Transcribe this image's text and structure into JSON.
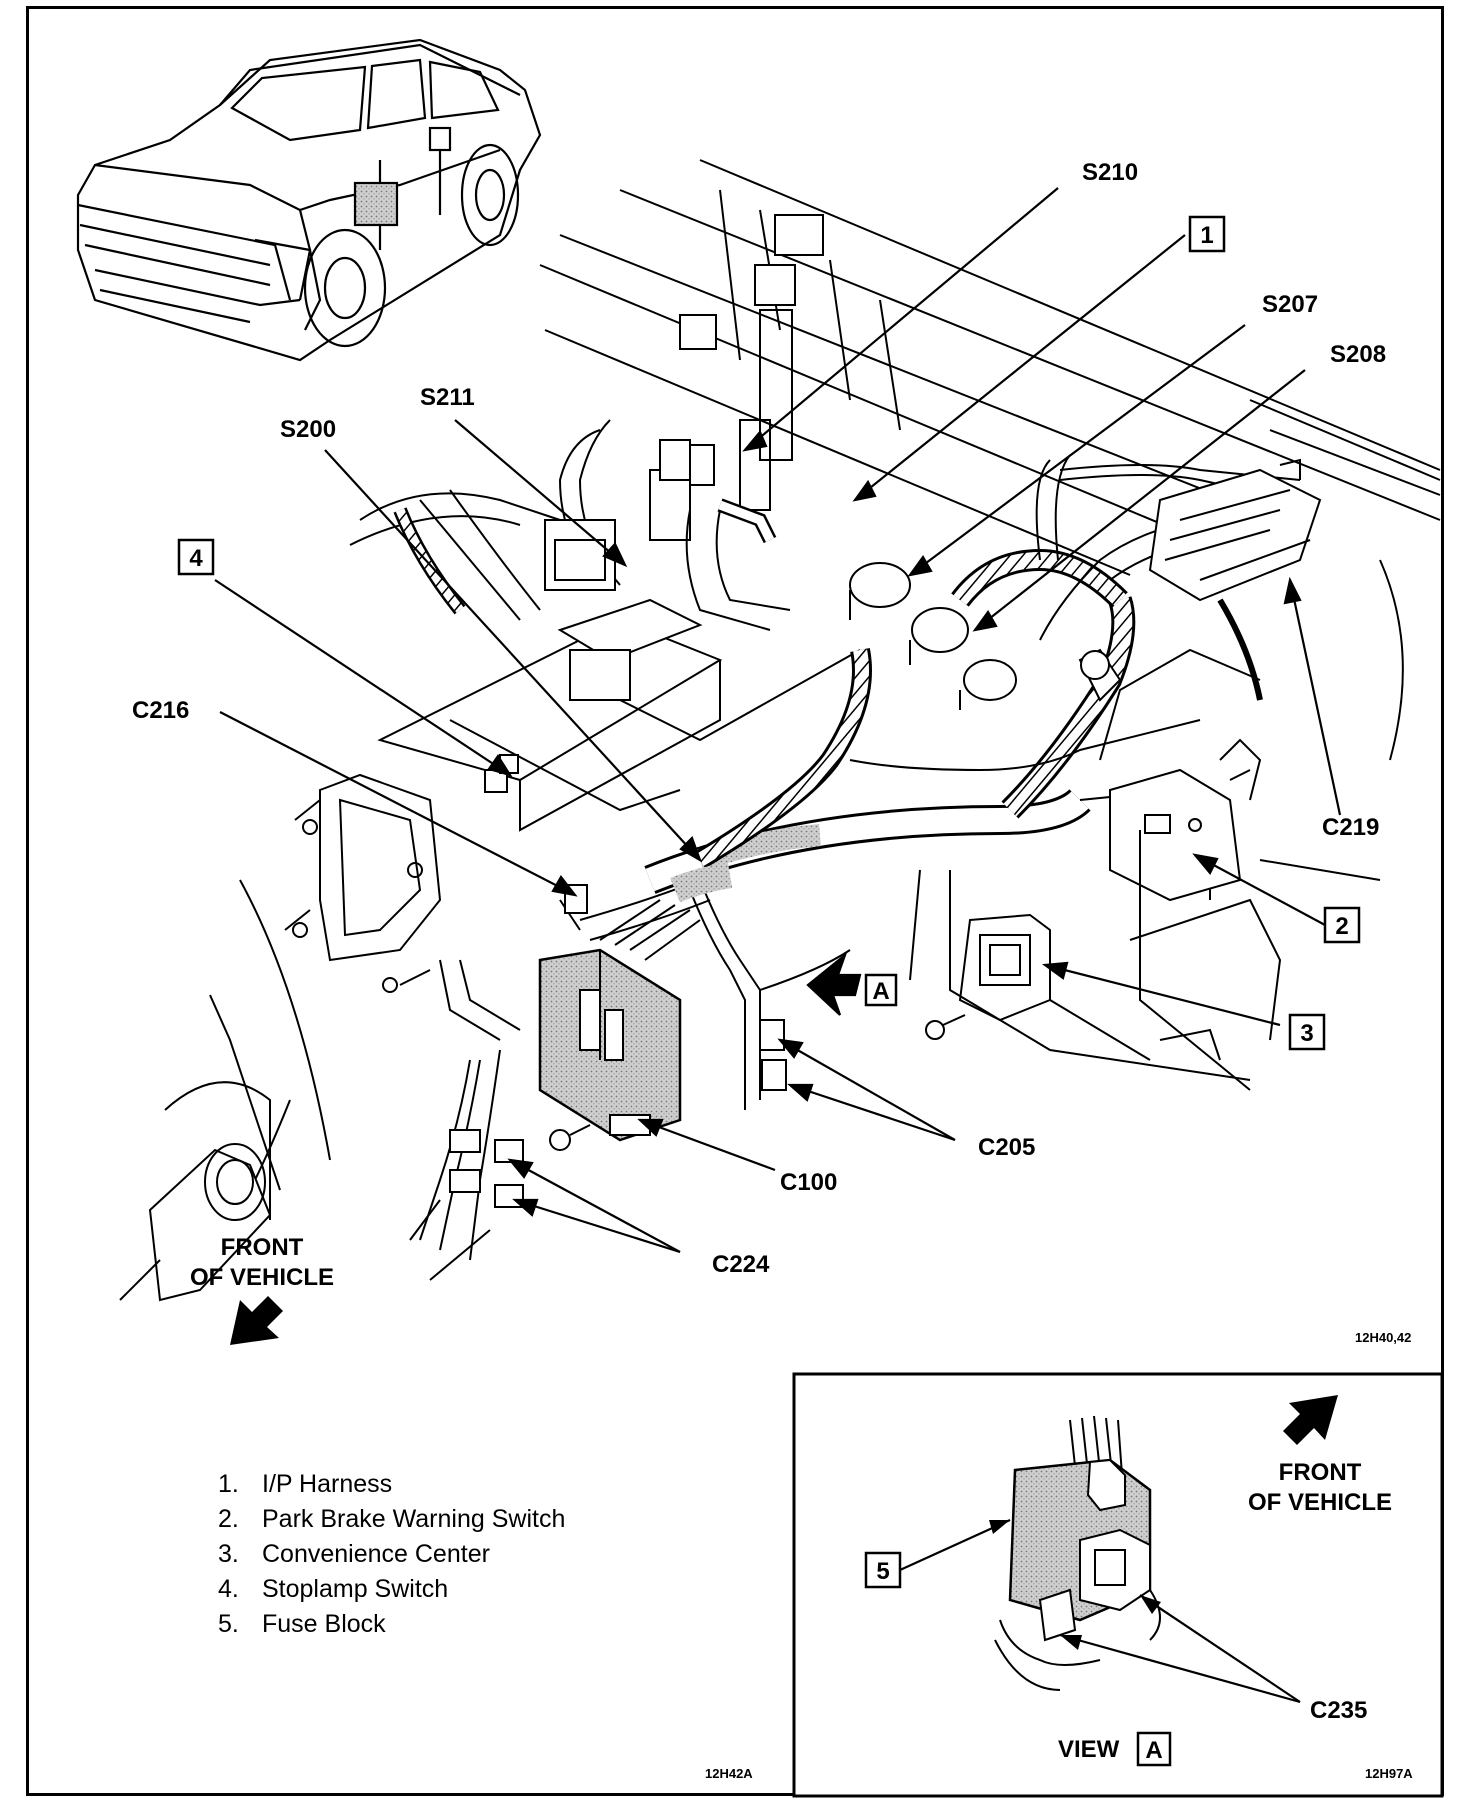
{
  "callouts": {
    "s210": "S210",
    "s207": "S207",
    "s208": "S208",
    "s211": "S211",
    "s200": "S200",
    "c216": "C216",
    "c219": "C219",
    "c205": "C205",
    "c100": "C100",
    "c224": "C224",
    "c235": "C235"
  },
  "numbered_boxes": [
    "1",
    "2",
    "3",
    "4",
    "5"
  ],
  "view_marker": "A",
  "front_label_main": [
    "FRONT",
    "OF VEHICLE"
  ],
  "front_label_inset": [
    "FRONT",
    "OF VEHICLE"
  ],
  "view_label": "VIEW",
  "figure_codes": {
    "main": "12H40,42",
    "legend_panel": "12H42A",
    "inset": "12H97A"
  },
  "legend": [
    {
      "num": "1.",
      "text": "I/P Harness"
    },
    {
      "num": "2.",
      "text": "Park Brake Warning Switch"
    },
    {
      "num": "3.",
      "text": "Convenience Center"
    },
    {
      "num": "4.",
      "text": "Stoplamp Switch"
    },
    {
      "num": "5.",
      "text": "Fuse Block"
    }
  ]
}
